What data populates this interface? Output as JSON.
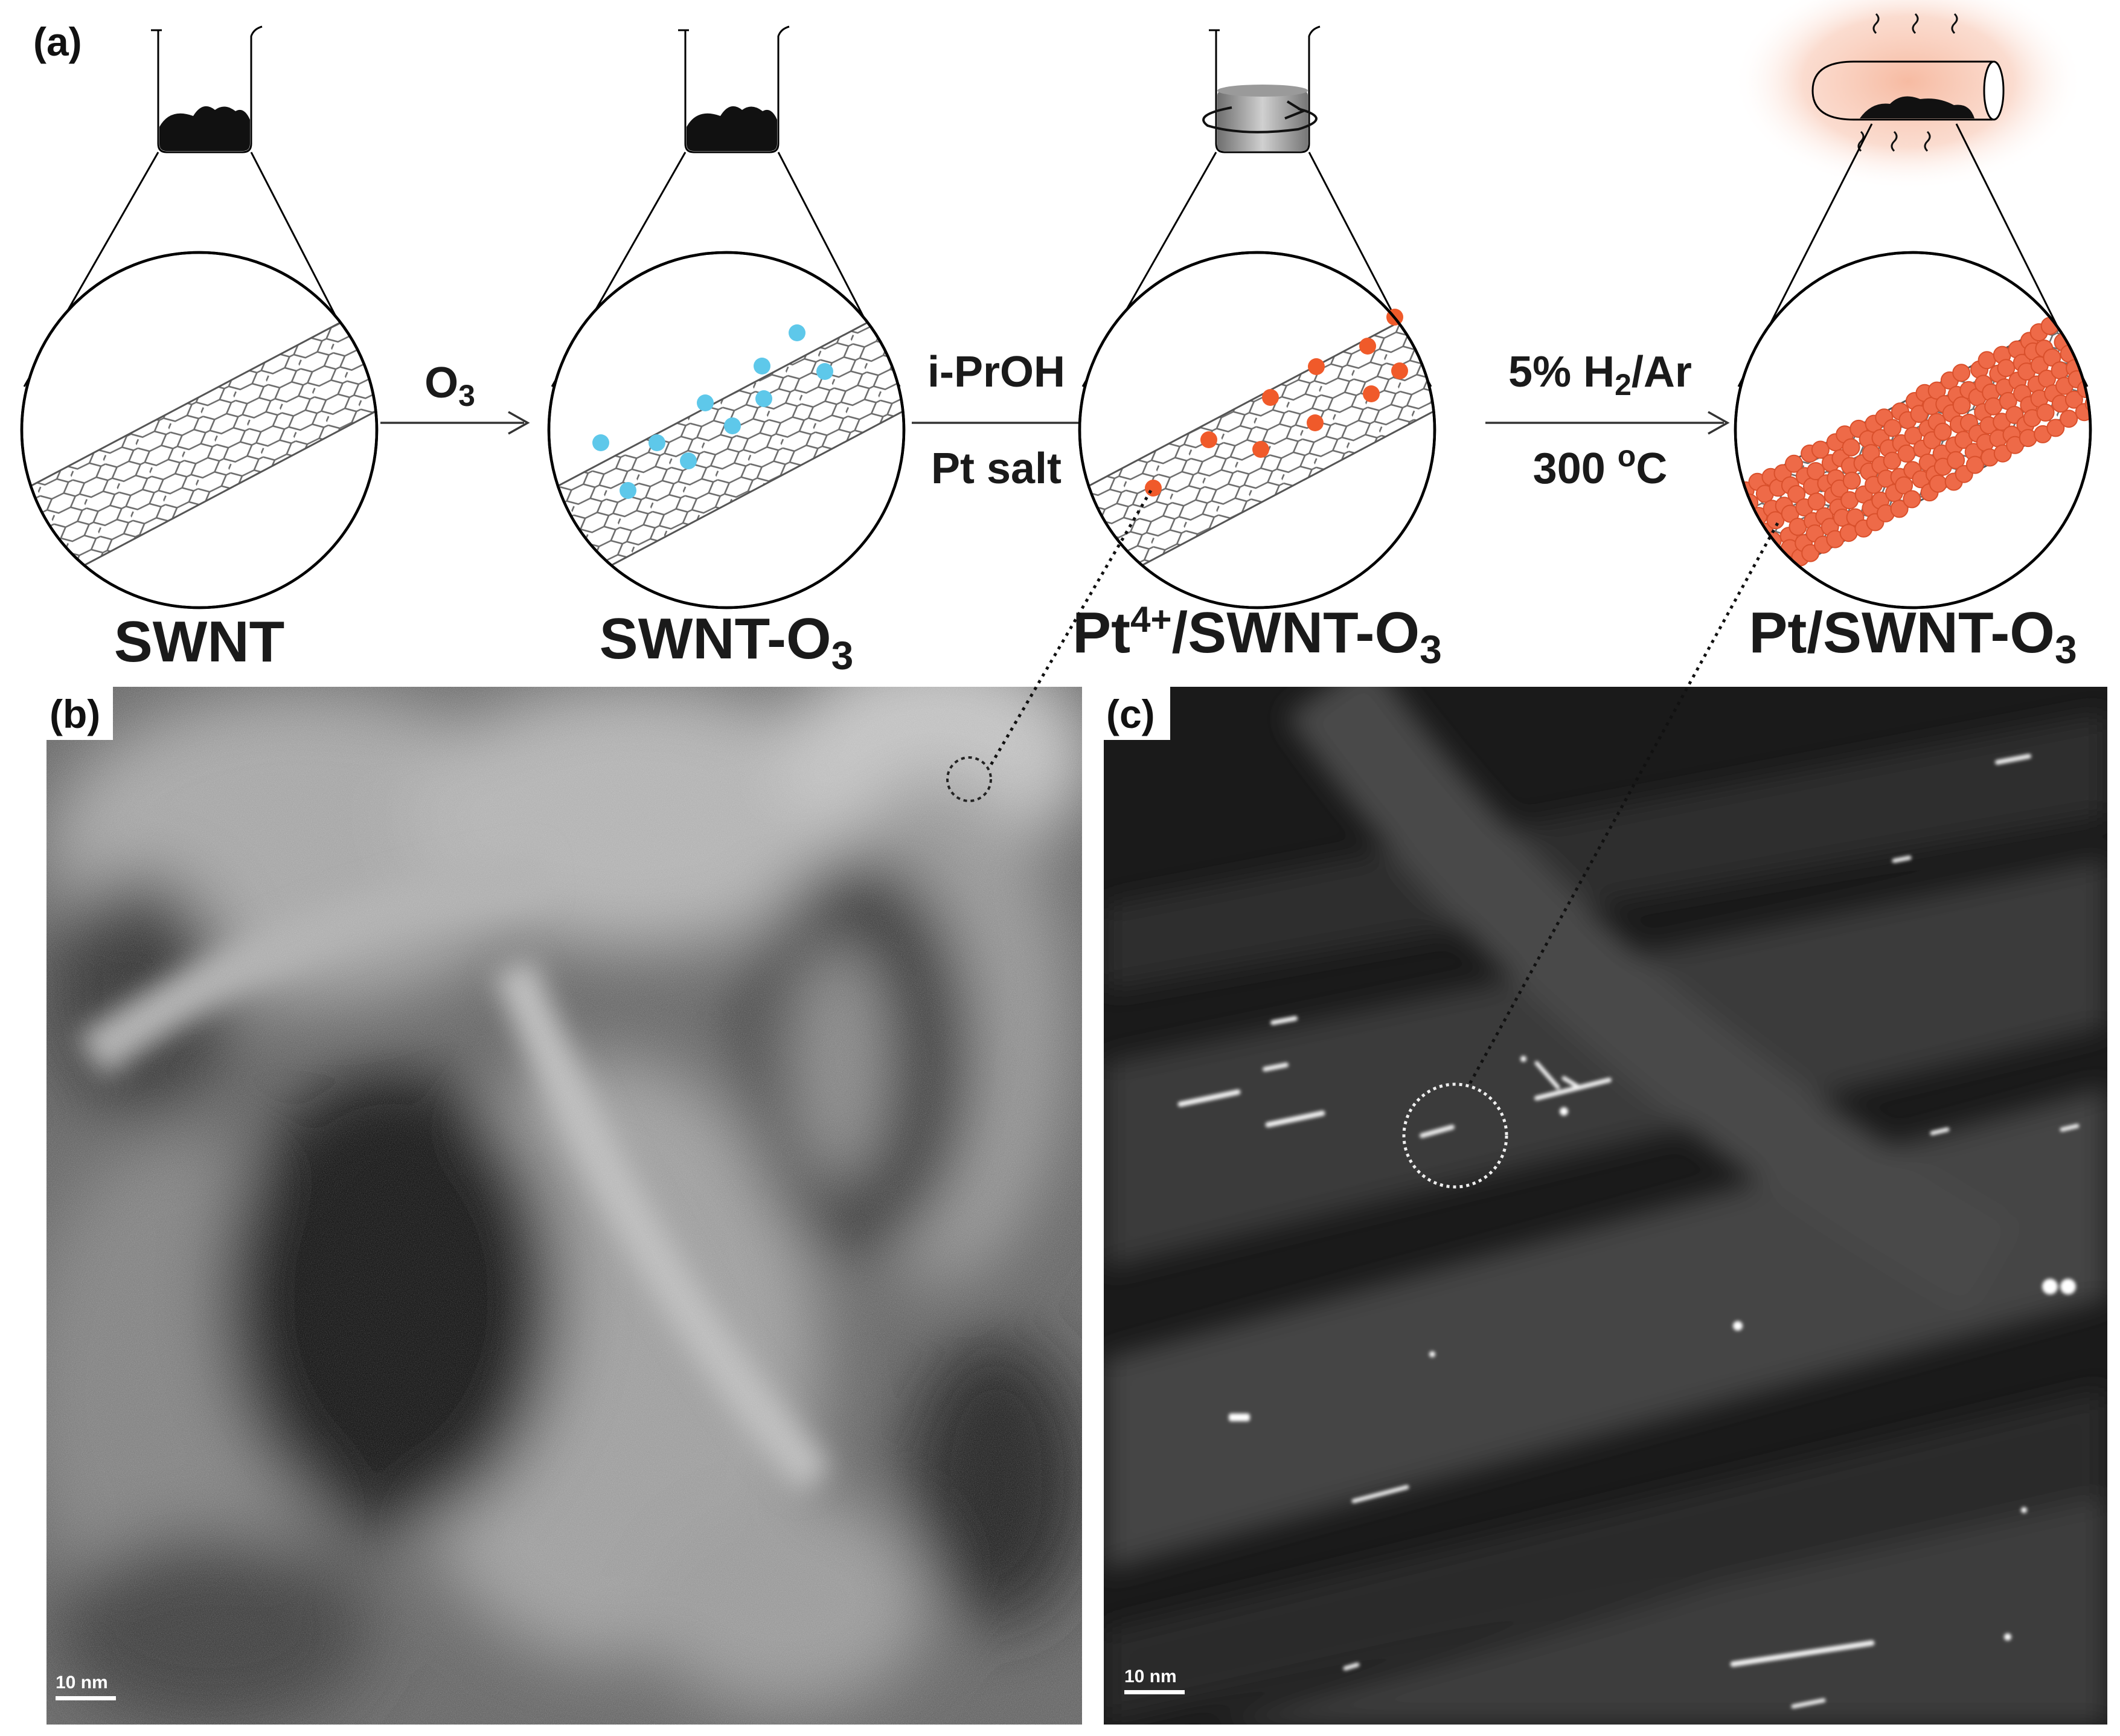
{
  "panel_a": {
    "label": "(a)",
    "stages": [
      {
        "name": "SWNT",
        "sub": ""
      },
      {
        "name": "SWNT-O",
        "sub": "3",
        "prefix": ""
      },
      {
        "prefix": "Pt",
        "sup": "4+",
        "name": "/SWNT-O",
        "sub": "3"
      },
      {
        "name": "Pt/SWNT-O",
        "sub": "3"
      }
    ],
    "arrows": [
      {
        "top_main": "O",
        "top_sub": "3",
        "bottom": ""
      },
      {
        "top_main": "i-PrOH",
        "bottom": "Pt salt"
      },
      {
        "top_pre": "5% H",
        "top_sub": "2",
        "top_post": "/Ar",
        "bottom_main": "300 ",
        "bottom_sup": "o",
        "bottom_post": "C"
      }
    ],
    "colors": {
      "oxygen_dot": "#5ec8ea",
      "pt_dot": "#f05a2a",
      "pt_cluster": "#ee6a48",
      "glow": "#f9c9b4"
    }
  },
  "panel_b": {
    "label": "(b)",
    "scale_bar": "10 nm"
  },
  "panel_c": {
    "label": "(c)",
    "scale_bar": "10 nm"
  }
}
